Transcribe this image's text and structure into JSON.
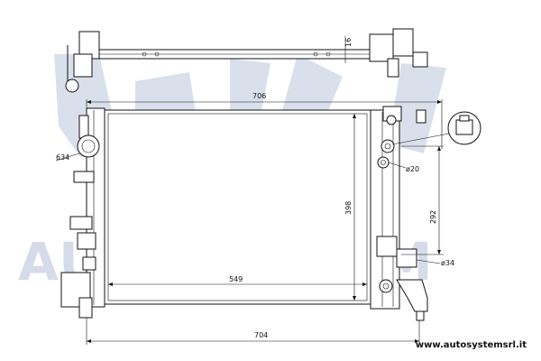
{
  "watermark": {
    "text": "AUTOSYSTEM",
    "color": "#1b3f84"
  },
  "website": "www.autosystemsrl.it",
  "dimensions": {
    "top_width": "706",
    "bottom_width": "704",
    "core_width": "549",
    "core_height": "398",
    "side_height": "292",
    "bracket_thickness": "16",
    "inlet_diameter": "634",
    "small_port_diameter": "ø20",
    "outlet_diameter": "ø34"
  }
}
